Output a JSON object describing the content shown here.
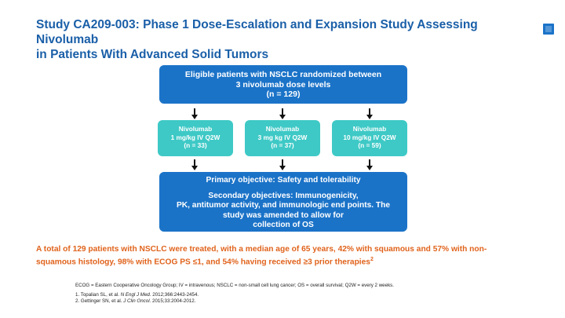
{
  "slide": {
    "title_line1": "Study CA209-003: Phase 1 Dose-Escalation and Expansion Study Assessing Nivolumab",
    "title_line2": "in Patients With Advanced Solid Tumors"
  },
  "flow": {
    "top_box": {
      "line1": "Eligible patients with NSCLC randomized between",
      "line2": "3 nivolumab dose levels",
      "line3": "(n = 129)"
    },
    "arms": [
      {
        "name": "Nivolumab",
        "dose": "1 mg/kg IV Q2W",
        "n": "(n = 33)"
      },
      {
        "name": "Nivolumab",
        "dose": "3 mg kg IV Q2W",
        "n": "(n = 37)"
      },
      {
        "name": "Nivolumab",
        "dose": "10 mg/kg IV Q2W",
        "n": "(n = 59)"
      }
    ],
    "bottom_box": {
      "primary": "Primary objective: Safety and tolerability",
      "secondary_line1": "Secondary objectives: Immunogenicity,",
      "secondary_line2": "PK, antitumor activity, and immunologic end points. The",
      "secondary_line3": "study was amended to allow for",
      "secondary_line4": "collection of OS"
    }
  },
  "summary": {
    "line1": "A total of 129 patients with NSCLC were treated, with a median age of 65 years, 42% with squamous and 57% with non-",
    "line2": "squamous histology, 98% with ECOG PS ≤1, and 54% having received ≥3 prior therapies",
    "superscript": "2"
  },
  "footnotes": {
    "abbreviations": "ECOG = Eastern Cooperative Oncology Group; IV = intravenous; NSCLC = non-small cell lung cancer; OS = overall survival; Q2W = every 2 weeks.",
    "ref1_prefix": "1.  Topalian SL, et al. ",
    "ref1_journal": "N Engl J Med.",
    "ref1_suffix": " 2012;366:2443-2454.",
    "ref2_prefix": "2.  Gettinger SN, et al. ",
    "ref2_journal": "J Clin Oncol.",
    "ref2_suffix": " 2015;33:2004-2012."
  },
  "colors": {
    "title": "#1a5fa8",
    "box_blue": "#1b73c8",
    "box_teal": "#3ec9c6",
    "summary": "#e0631c",
    "logo": "#1b73c8"
  },
  "icons": {
    "logo": "blue-square-logo"
  }
}
